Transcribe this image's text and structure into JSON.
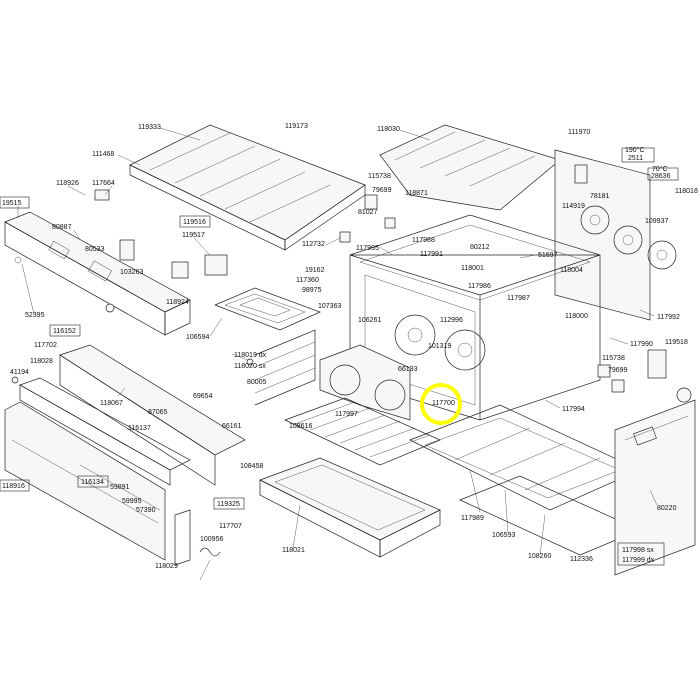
{
  "highlight": {
    "part": "117700",
    "color": "#ffff00"
  },
  "parts": [
    {
      "id": "p119333",
      "text": "119333"
    },
    {
      "id": "p119173",
      "text": "119173"
    },
    {
      "id": "p111468",
      "text": "111468"
    },
    {
      "id": "p118030",
      "text": "118030"
    },
    {
      "id": "p111970",
      "text": "111970"
    },
    {
      "id": "p118926",
      "text": "118926"
    },
    {
      "id": "p117664",
      "text": "117664"
    },
    {
      "id": "p115738a",
      "text": "115738"
    },
    {
      "id": "p79699a",
      "text": "79699"
    },
    {
      "id": "p118871",
      "text": "118871"
    },
    {
      "id": "p119515",
      "text": "19515"
    },
    {
      "id": "p80887",
      "text": "80887"
    },
    {
      "id": "p81027",
      "text": "81027"
    },
    {
      "id": "p119516",
      "text": "119516"
    },
    {
      "id": "p119517",
      "text": "119517"
    },
    {
      "id": "p112732",
      "text": "112732"
    },
    {
      "id": "p117995",
      "text": "117995"
    },
    {
      "id": "p117988",
      "text": "117988"
    },
    {
      "id": "p80212",
      "text": "80212"
    },
    {
      "id": "p51697",
      "text": "51697"
    },
    {
      "id": "p80533",
      "text": "80533"
    },
    {
      "id": "p117991",
      "text": "117991"
    },
    {
      "id": "p118001",
      "text": "118001"
    },
    {
      "id": "p118004",
      "text": "118004"
    },
    {
      "id": "p103263",
      "text": "103263"
    },
    {
      "id": "p118924",
      "text": "118924"
    },
    {
      "id": "p19162",
      "text": "19162"
    },
    {
      "id": "p117360",
      "text": "117360"
    },
    {
      "id": "p98975",
      "text": "98975"
    },
    {
      "id": "p117986",
      "text": "117986"
    },
    {
      "id": "p117987",
      "text": "117987"
    },
    {
      "id": "p52395",
      "text": "52395"
    },
    {
      "id": "p107363",
      "text": "107363"
    },
    {
      "id": "p106261",
      "text": "106261"
    },
    {
      "id": "p112996",
      "text": "112996"
    },
    {
      "id": "p118000",
      "text": "118000"
    },
    {
      "id": "p117992",
      "text": "117992"
    },
    {
      "id": "p116152",
      "text": "116152"
    },
    {
      "id": "p106594",
      "text": "106594"
    },
    {
      "id": "p101319",
      "text": "101319"
    },
    {
      "id": "p117990",
      "text": "117990"
    },
    {
      "id": "p119518",
      "text": "119518"
    },
    {
      "id": "p117702",
      "text": "117702"
    },
    {
      "id": "p118019",
      "text": "118019 dx"
    },
    {
      "id": "p118020",
      "text": "118020 sx"
    },
    {
      "id": "p118028",
      "text": "118028"
    },
    {
      "id": "p66133",
      "text": "66133"
    },
    {
      "id": "p115738b",
      "text": "115738"
    },
    {
      "id": "p79699b",
      "text": "79699"
    },
    {
      "id": "p41194",
      "text": "41194"
    },
    {
      "id": "p80005",
      "text": "80005"
    },
    {
      "id": "p118067",
      "text": "118067"
    },
    {
      "id": "p69654",
      "text": "69654"
    },
    {
      "id": "p117997",
      "text": "117997"
    },
    {
      "id": "p117994",
      "text": "117994"
    },
    {
      "id": "p87065",
      "text": "87065"
    },
    {
      "id": "p116137",
      "text": "116137"
    },
    {
      "id": "p66161",
      "text": "66161"
    },
    {
      "id": "p108616",
      "text": "108616"
    },
    {
      "id": "p117700",
      "text": "117700"
    },
    {
      "id": "p108458",
      "text": "108458"
    },
    {
      "id": "p118916",
      "text": "118916"
    },
    {
      "id": "p116134",
      "text": "116134"
    },
    {
      "id": "p59891",
      "text": "59891"
    },
    {
      "id": "p59995",
      "text": "59995"
    },
    {
      "id": "p57390",
      "text": "57390"
    },
    {
      "id": "p119325",
      "text": "119325"
    },
    {
      "id": "p117707",
      "text": "117707"
    },
    {
      "id": "p117989",
      "text": "117989"
    },
    {
      "id": "p106593",
      "text": "106593"
    },
    {
      "id": "p80220",
      "text": "80220"
    },
    {
      "id": "p100956",
      "text": "100956"
    },
    {
      "id": "p118021",
      "text": "118021"
    },
    {
      "id": "p108260",
      "text": "108260"
    },
    {
      "id": "p112336",
      "text": "112336"
    },
    {
      "id": "p118029",
      "text": "118029"
    },
    {
      "id": "p117998",
      "text": "117998 sx"
    },
    {
      "id": "p117999",
      "text": "117999 dx"
    },
    {
      "id": "p114919",
      "text": "114919"
    },
    {
      "id": "p78181",
      "text": "78181"
    },
    {
      "id": "p109937",
      "text": "109937"
    },
    {
      "id": "p118018",
      "text": "118018"
    },
    {
      "id": "p2511",
      "text": "2511"
    },
    {
      "id": "p28636",
      "text": "28636"
    },
    {
      "id": "tag1",
      "text": "190°C"
    },
    {
      "id": "tag2",
      "text": "70°C"
    }
  ]
}
